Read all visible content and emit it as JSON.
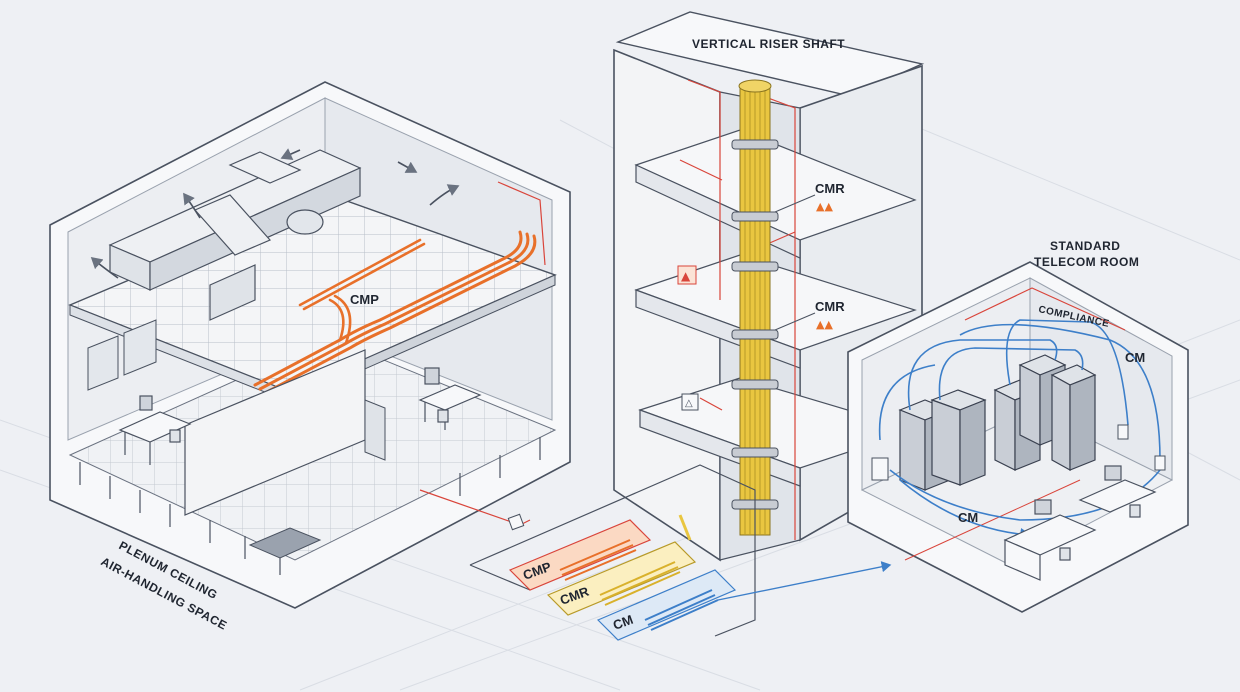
{
  "labels": {
    "riser_title": "VERTICAL RISER SHAFT",
    "telecom_title_line1": "STANDARD",
    "telecom_title_line2": "TELECOM ROOM",
    "plenum_line1": "PLENUM CEILING",
    "plenum_line2": "AIR-HANDLING SPACE",
    "plenum_cable": "CMP",
    "riser_cable_upper": "CMR",
    "riser_cable_lower": "CMR",
    "compliance": "COMPLIANCE",
    "telecom_cable_upper": "CM",
    "telecom_cable_lower": "CM"
  },
  "legend": {
    "items": [
      {
        "label": "CMP",
        "color": "#e8702a"
      },
      {
        "label": "CMR",
        "color": "#e7c23a"
      },
      {
        "label": "CM",
        "color": "#3d7fc9"
      }
    ]
  },
  "colors": {
    "cmp": "#e8702a",
    "cmr": "#e9c640",
    "cm": "#3d7fc9",
    "fire_line": "#d9453b",
    "structure": "#f7f8fa",
    "outline": "#4a5260"
  }
}
